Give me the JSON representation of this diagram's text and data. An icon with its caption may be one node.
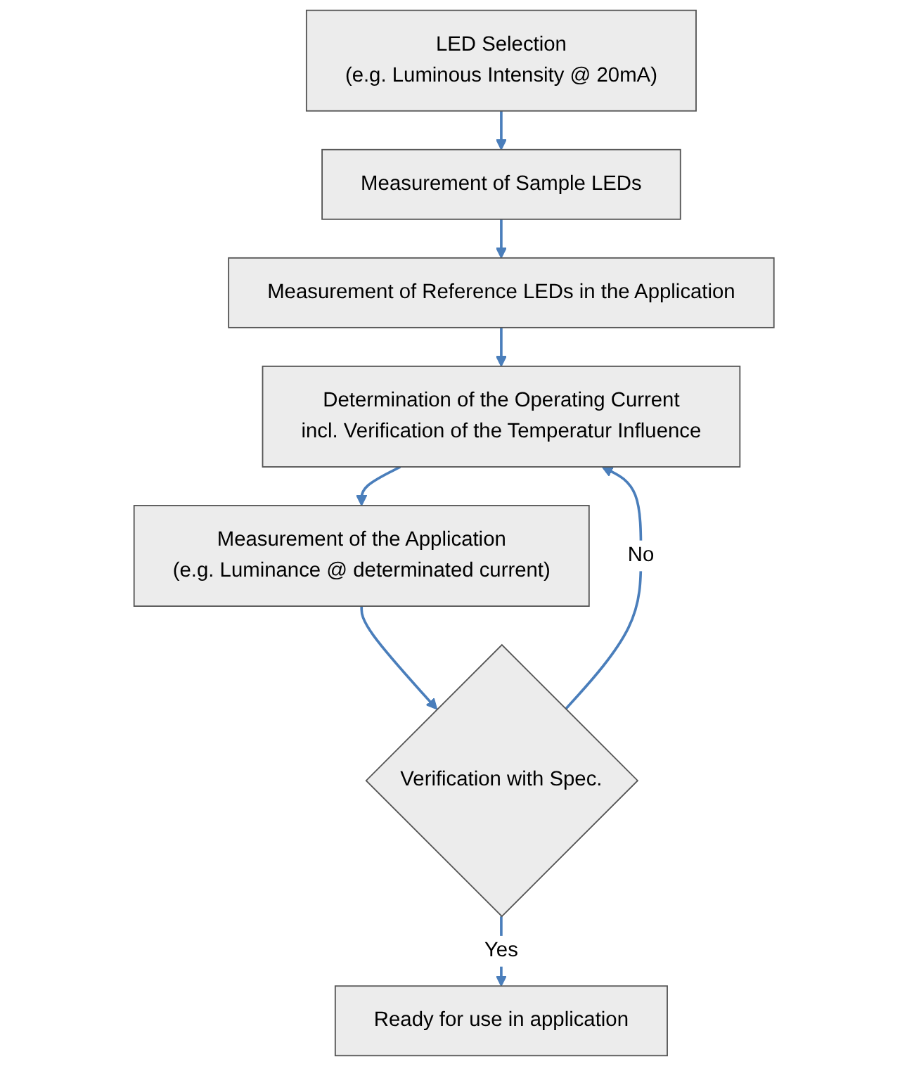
{
  "diagram": {
    "nodes": [
      {
        "text": [
          "LED Selection",
          "(e.g. Luminous Intensity @ 20mA)"
        ]
      },
      {
        "text": [
          "Measurement of Sample LEDs"
        ]
      },
      {
        "text": [
          "Measurement of Reference LEDs in the Application"
        ]
      },
      {
        "text": [
          "Determination of the Operating Current",
          "incl. Verification of the Temperatur Influence"
        ]
      },
      {
        "text": [
          "Measurement of the Application",
          "(e.g. Luminance @ determinated current)"
        ]
      },
      {
        "text": [
          "Verification with Spec."
        ]
      },
      {
        "text": [
          "Ready for use in application"
        ]
      }
    ],
    "edges": [
      {
        "from": 0,
        "to": 1,
        "arrow": "to"
      },
      {
        "from": 1,
        "to": 2,
        "arrow": "to"
      },
      {
        "from": 2,
        "to": 3,
        "arrow": "to"
      },
      {
        "from": 3,
        "to": 4,
        "arrow": "to"
      },
      {
        "from": 4,
        "to": 5,
        "arrow": "to"
      },
      {
        "from": 5,
        "to": 6,
        "label": "Yes",
        "arrow": "to"
      },
      {
        "from": 5,
        "to": 3,
        "label": "No",
        "arrow": "to"
      }
    ]
  }
}
